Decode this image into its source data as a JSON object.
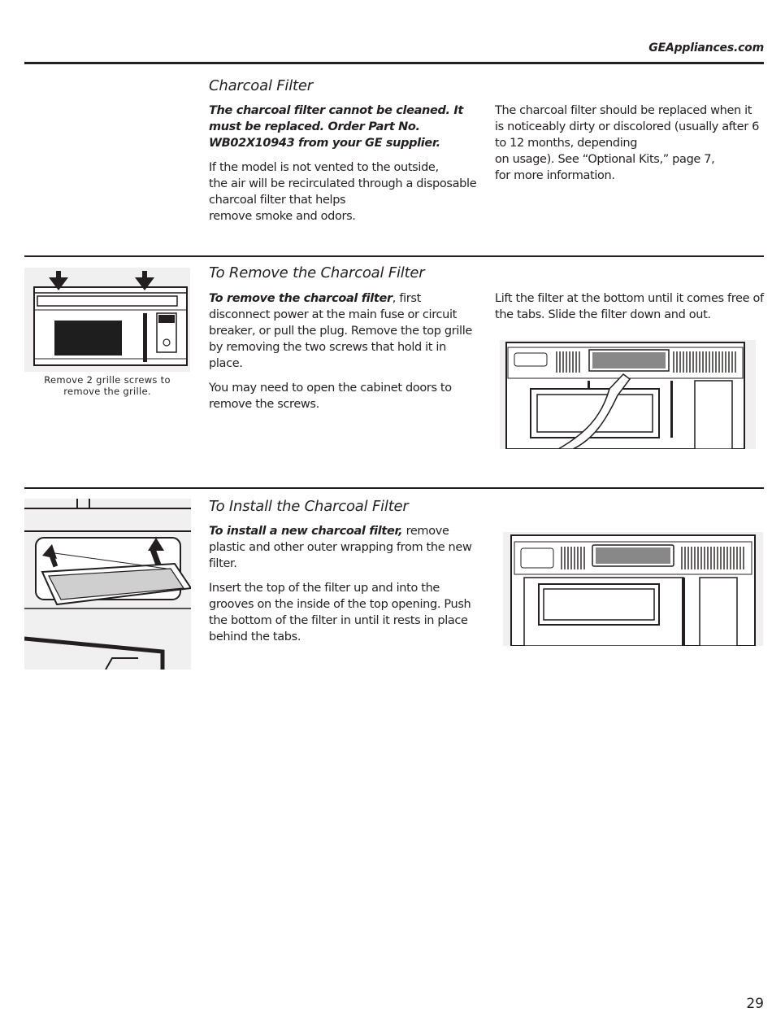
{
  "header": {
    "site": "GEAppliances.com"
  },
  "sections": {
    "charcoal_filter": {
      "title": "Charcoal Filter",
      "bold_intro": "The charcoal filter cannot be cleaned. It must be replaced. Order Part No. WB02X10943 from your GE supplier.",
      "para1_l1": "If the model is not vented to the outside,",
      "para1_l2": "the air will be recirculated through a disposable charcoal filter that helps",
      "para1_l3": "remove smoke and odors.",
      "right_l1": "The charcoal filter should be replaced when it is noticeably dirty or discolored (usually after 6 to 12 months, depending",
      "right_l2": "on usage). See “Optional Kits,” page 7,",
      "right_l3": "for more information."
    },
    "remove": {
      "title": "To Remove the Charcoal Filter",
      "lead_bold": "To remove the charcoal filter",
      "lead_rest": ", first disconnect power at the main fuse or circuit breaker, or pull the plug. Remove the top grille by removing the two screws that hold it in place.",
      "para2": "You may need to open the cabinet doors to remove the screws.",
      "right": "Lift the filter at the bottom until it comes free of the tabs. Slide the filter down and out.",
      "caption": "Remove 2 grille screws to remove the grille."
    },
    "install": {
      "title": "To Install the Charcoal Filter",
      "lead_bold": "To install a new charcoal filter,",
      "lead_rest": " remove plastic and other outer wrapping from the new filter.",
      "para2": "Insert the top of the filter up and into the grooves on the inside of  the top opening. Push the bottom of the filter in until it rests in place behind the tabs."
    }
  },
  "footer": {
    "page_number": "29"
  },
  "icons": {
    "arrow_down": "down-arrow-icon",
    "arrow_up": "up-arrow-icon"
  },
  "colors": {
    "text": "#231f20",
    "figure_bg": "#f0f0f0",
    "rule": "#231f20"
  }
}
